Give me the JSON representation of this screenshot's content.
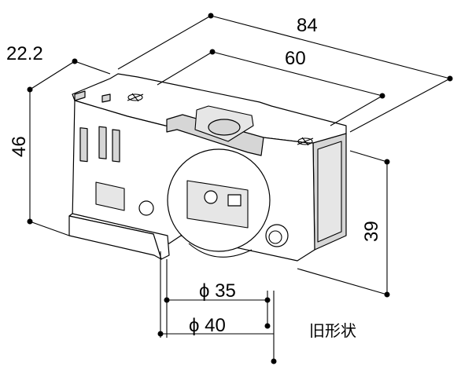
{
  "dimensions": {
    "overall_width": "84",
    "hole_pitch": "60",
    "depth": "22.2",
    "height": "46",
    "inner_height": "39",
    "diameter_small": "ϕ 35",
    "diameter_large": "ϕ 40"
  },
  "caption": "旧形状"
}
